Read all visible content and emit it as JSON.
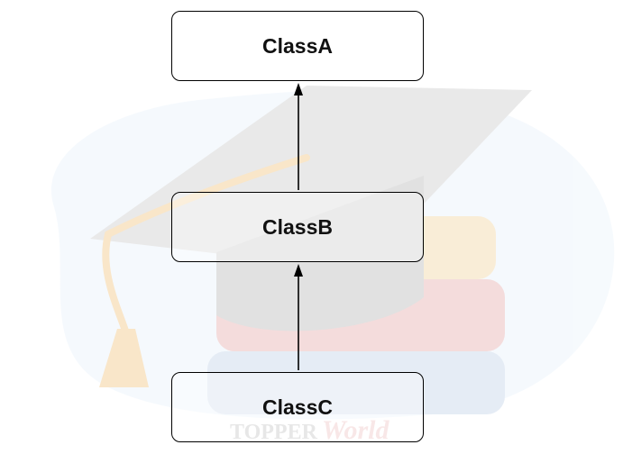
{
  "diagram": {
    "nodes": [
      {
        "id": "classA",
        "label": "ClassA"
      },
      {
        "id": "classB",
        "label": "ClassB"
      },
      {
        "id": "classC",
        "label": "ClassC"
      }
    ],
    "edges": [
      {
        "from": "classB",
        "to": "classA",
        "type": "arrow"
      },
      {
        "from": "classC",
        "to": "classB",
        "type": "arrow"
      }
    ]
  },
  "watermark": {
    "text_part1": "TOPPER",
    "text_part2": "World"
  },
  "colors": {
    "node_border": "#000000",
    "arrow": "#000000",
    "watermark_cap": "#d0d0d0",
    "watermark_books": "#c7d7ea",
    "watermark_tassel": "#f2c98a",
    "watermark_red": "#e8b3b3"
  }
}
